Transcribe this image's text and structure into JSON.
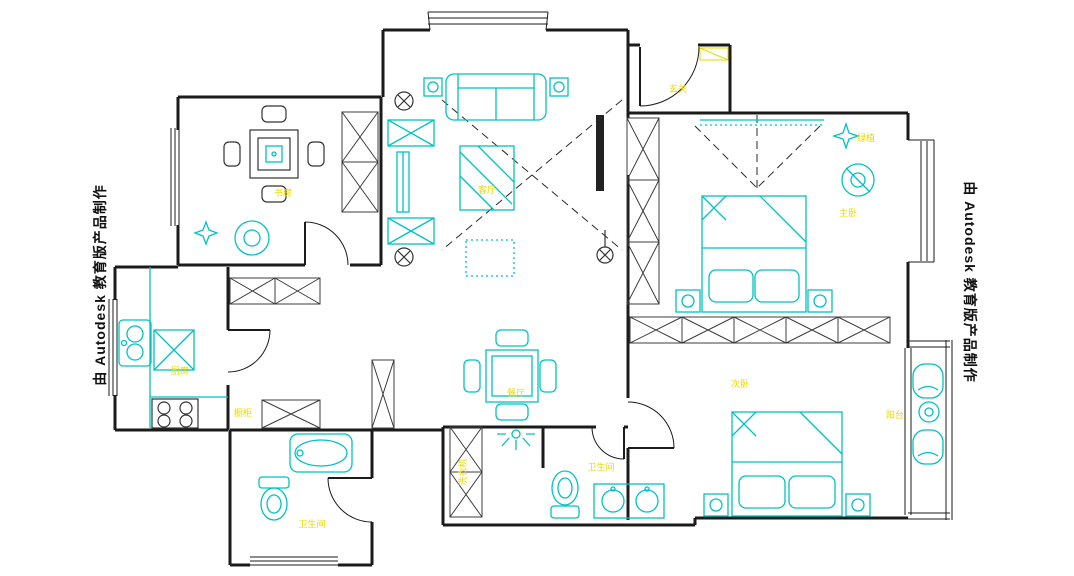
{
  "watermark": {
    "text": "由 Autodesk 教育版产品制作"
  },
  "colors": {
    "wall": "#1b1b1b",
    "furniture": "#00c2c2",
    "label": "#e8d900",
    "hatch": "#3c3c3c",
    "background": "#ffffff"
  },
  "labels": {
    "living": "客厅",
    "dining": "餐厅",
    "entry": "玄关",
    "master": "主卧",
    "bedroom2": "次卧",
    "study": "书房",
    "kitchen": "厨房",
    "bath1": "卫生间",
    "bath2": "卫生间",
    "balcony": "阳台",
    "laundry": "洗衣机",
    "cabinet": "橱柜",
    "decor": "绿植"
  }
}
